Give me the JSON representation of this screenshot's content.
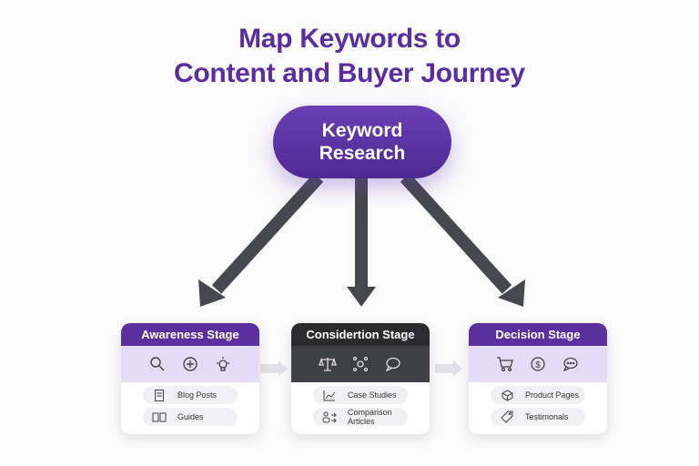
{
  "title": {
    "line1": "Map Keywords to",
    "line2": "Content and Buyer Journey"
  },
  "root": {
    "line1": "Keyword",
    "line2": "Research"
  },
  "colors": {
    "purple": "#5b2f9e",
    "light_purple": "#e4dbf7",
    "dark": "#2b2b2e",
    "arrow": "#45484c"
  },
  "stages": [
    {
      "title": "Awareness Stage",
      "icons": [
        "search-icon",
        "add-circle-icon",
        "lightbulb-icon"
      ],
      "items": [
        {
          "icon": "document-icon",
          "label": "Blog Posts"
        },
        {
          "icon": "book-icon",
          "label": "Guides"
        }
      ]
    },
    {
      "title": "Considertion Stage",
      "icons": [
        "scale-icon",
        "network-icon",
        "speech-bubble-icon"
      ],
      "items": [
        {
          "icon": "chart-icon",
          "label": "Case Studies"
        },
        {
          "icon": "compare-icon",
          "label": "Comparison Articles"
        }
      ]
    },
    {
      "title": "Decision Stage",
      "icons": [
        "cart-icon",
        "dollar-icon",
        "chat-dots-icon"
      ],
      "items": [
        {
          "icon": "box-icon",
          "label": "Product Pages"
        },
        {
          "icon": "tag-icon",
          "label": "Testimonals"
        }
      ]
    }
  ]
}
